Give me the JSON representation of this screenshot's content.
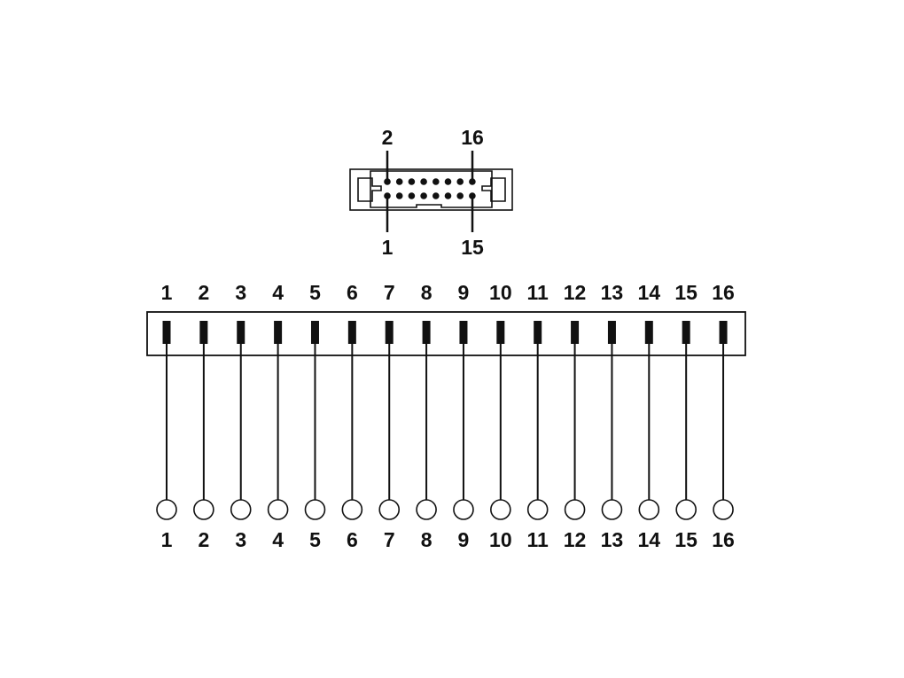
{
  "connector": {
    "labels": {
      "top_left": "2",
      "top_right": "16",
      "bottom_left": "1",
      "bottom_right": "15"
    },
    "pins_per_row": 8,
    "rows": 2
  },
  "terminal_strip": {
    "top_labels": [
      "1",
      "2",
      "3",
      "4",
      "5",
      "6",
      "7",
      "8",
      "9",
      "10",
      "11",
      "12",
      "13",
      "14",
      "15",
      "16"
    ],
    "bottom_labels": [
      "1",
      "2",
      "3",
      "4",
      "5",
      "6",
      "7",
      "8",
      "9",
      "10",
      "11",
      "12",
      "13",
      "14",
      "15",
      "16"
    ]
  },
  "colors": {
    "line": "#111111",
    "background": "#ffffff"
  }
}
